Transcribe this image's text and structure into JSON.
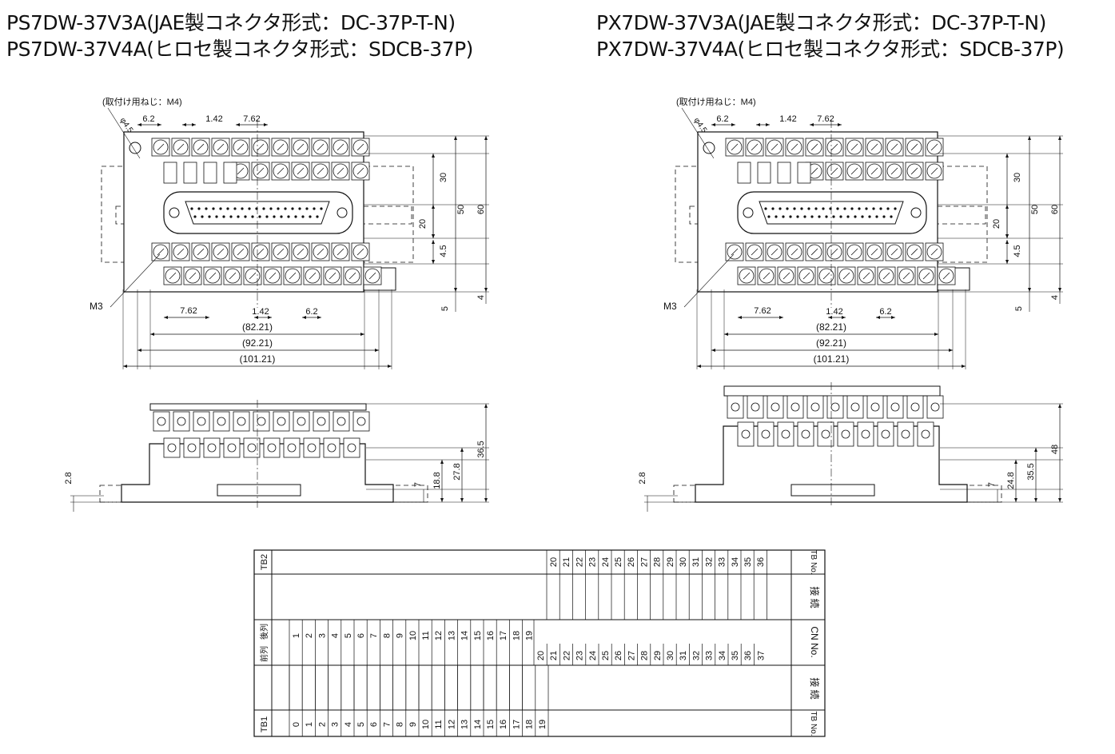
{
  "titles": {
    "left": [
      "PS7DW-37V3A(JAE製コネクタ形式：DC-37P-T-N)",
      "PS7DW-37V4A(ヒロセ製コネクタ形式：SDCB-37P)"
    ],
    "right": [
      "PX7DW-37V3A(JAE製コネクタ形式：DC-37P-T-N)",
      "PX7DW-37V4A(ヒロセ製コネクタ形式：SDCB-37P)"
    ]
  },
  "left_view": {
    "note": "(取付け用ねじ：M4)",
    "hole_dim": "φ4.5",
    "screw_label": "M3",
    "top_dims": [
      "6.2",
      "1.42",
      "7.62"
    ],
    "bottom_dims": [
      "7.62",
      "1.42",
      "6.2"
    ],
    "width_dims": [
      "(82.21)",
      "(92.21)",
      "(101.21)"
    ],
    "height_dims": [
      "30",
      "20",
      "4.5",
      "50",
      "60",
      "4",
      "5"
    ],
    "side_dims": [
      "36.5",
      "27.8",
      "18.8",
      "7",
      "2.8"
    ]
  },
  "right_view": {
    "note": "(取付け用ねじ：M4)",
    "hole_dim": "φ4.5",
    "screw_label": "M3",
    "top_dims": [
      "6.2",
      "1.42",
      "7.62"
    ],
    "bottom_dims": [
      "7.62",
      "1.42",
      "6.2"
    ],
    "width_dims": [
      "(82.21)",
      "(92.21)",
      "(101.21)"
    ],
    "height_dims": [
      "30",
      "20",
      "4.5",
      "50",
      "60",
      "4",
      "5"
    ],
    "side_dims": [
      "48",
      "35.5",
      "24.8",
      "7",
      "2.8"
    ]
  },
  "table": {
    "tb2_label": "TB2",
    "tb1_label": "TB1",
    "tb_no_label": "TB No.",
    "connection_label": "接 続",
    "cn_no_label": "CN No.",
    "front_row": "前列",
    "back_row": "後列",
    "tb2_numbers": [
      "20",
      "21",
      "22",
      "23",
      "24",
      "25",
      "26",
      "27",
      "28",
      "29",
      "30",
      "31",
      "32",
      "33",
      "34",
      "35",
      "36"
    ],
    "cn_back": [
      "1",
      "2",
      "3",
      "4",
      "5",
      "6",
      "7",
      "8",
      "9",
      "10",
      "11",
      "12",
      "13",
      "14",
      "15",
      "16",
      "17",
      "18",
      "19"
    ],
    "cn_front": [
      "20",
      "21",
      "22",
      "23",
      "24",
      "25",
      "26",
      "27",
      "28",
      "29",
      "30",
      "31",
      "32",
      "33",
      "34",
      "35",
      "36",
      "37"
    ],
    "tb1_numbers": [
      "0",
      "1",
      "2",
      "3",
      "4",
      "5",
      "6",
      "7",
      "8",
      "9",
      "10",
      "11",
      "12",
      "13",
      "14",
      "15",
      "16",
      "17",
      "18",
      "19"
    ]
  }
}
